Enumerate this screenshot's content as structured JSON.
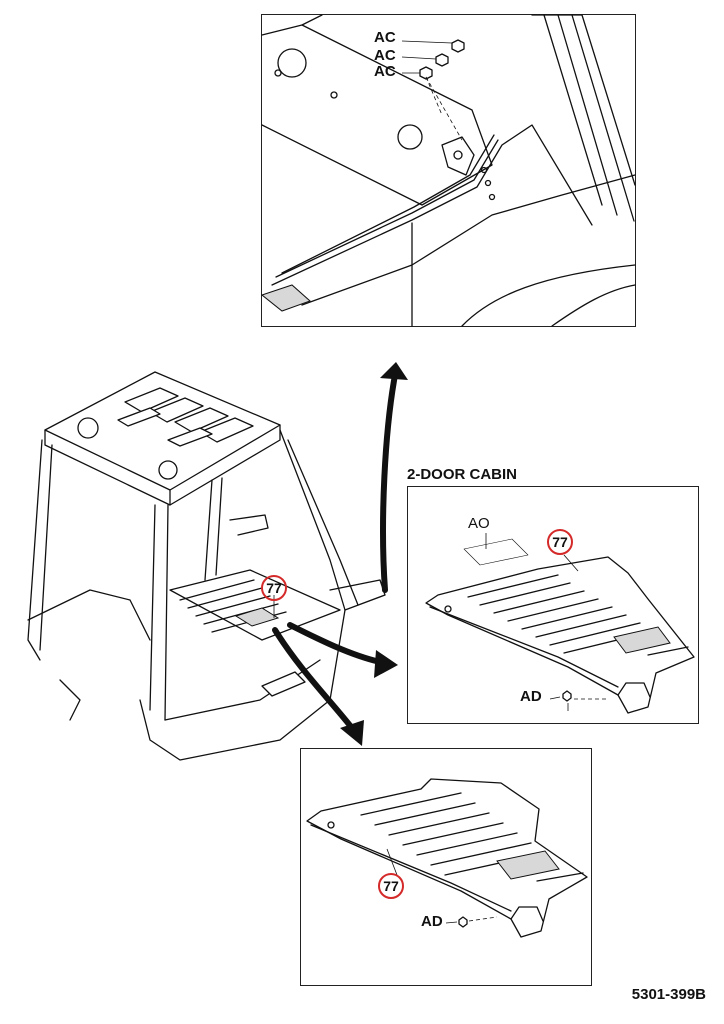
{
  "top_detail": {
    "labels": [
      "AC",
      "AC",
      "AC"
    ]
  },
  "two_door": {
    "heading": "2-DOOR CABIN",
    "label_ao": "AO",
    "label_ad": "AD",
    "callout": "77"
  },
  "main_view": {
    "callout": "77"
  },
  "bottom_detail": {
    "callout": "77",
    "label_ad": "AD"
  },
  "drawing_number": "5301-399B",
  "colors": {
    "callout_ring": "#d42a2a",
    "line": "#111111"
  }
}
